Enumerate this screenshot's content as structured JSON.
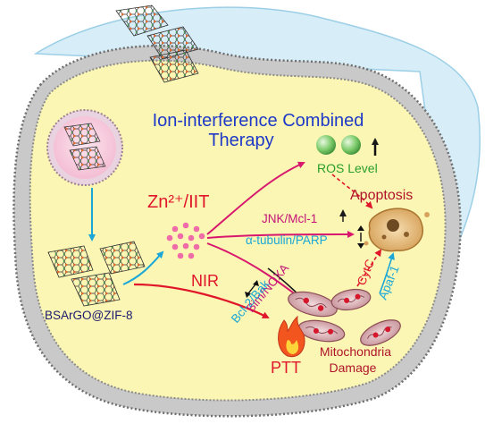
{
  "title": {
    "line1": "Ion-interference Combined",
    "line2": "Therapy"
  },
  "labels": {
    "zn_iit": "Zn²⁺/IIT",
    "ros": "ROS Level",
    "apoptosis": "Apoptosis",
    "jnk": "JNK/Mcl-1",
    "tubulin": "α-tubulin/PARP",
    "bim": "Bim/NOXA",
    "bcl": "Bcl-2/Bak",
    "cytc": "CytC",
    "apaf": "Apaf-1",
    "nir": "NIR",
    "ptt": "PTT",
    "mito1": "Mitochondria",
    "mito2": "Damage",
    "bsargo": "BSArGO@ZIF-8"
  },
  "colors": {
    "cell_fill": "#FBF6B4",
    "membrane": "#8A8A8A",
    "outer_blue": "#D7EEF9",
    "title_blue": "#1E39C8",
    "red": "#E0162B",
    "magenta": "#D8186E",
    "green": "#2A9E2A",
    "cyan": "#1AA7D7",
    "dark_red": "#B0142A"
  }
}
